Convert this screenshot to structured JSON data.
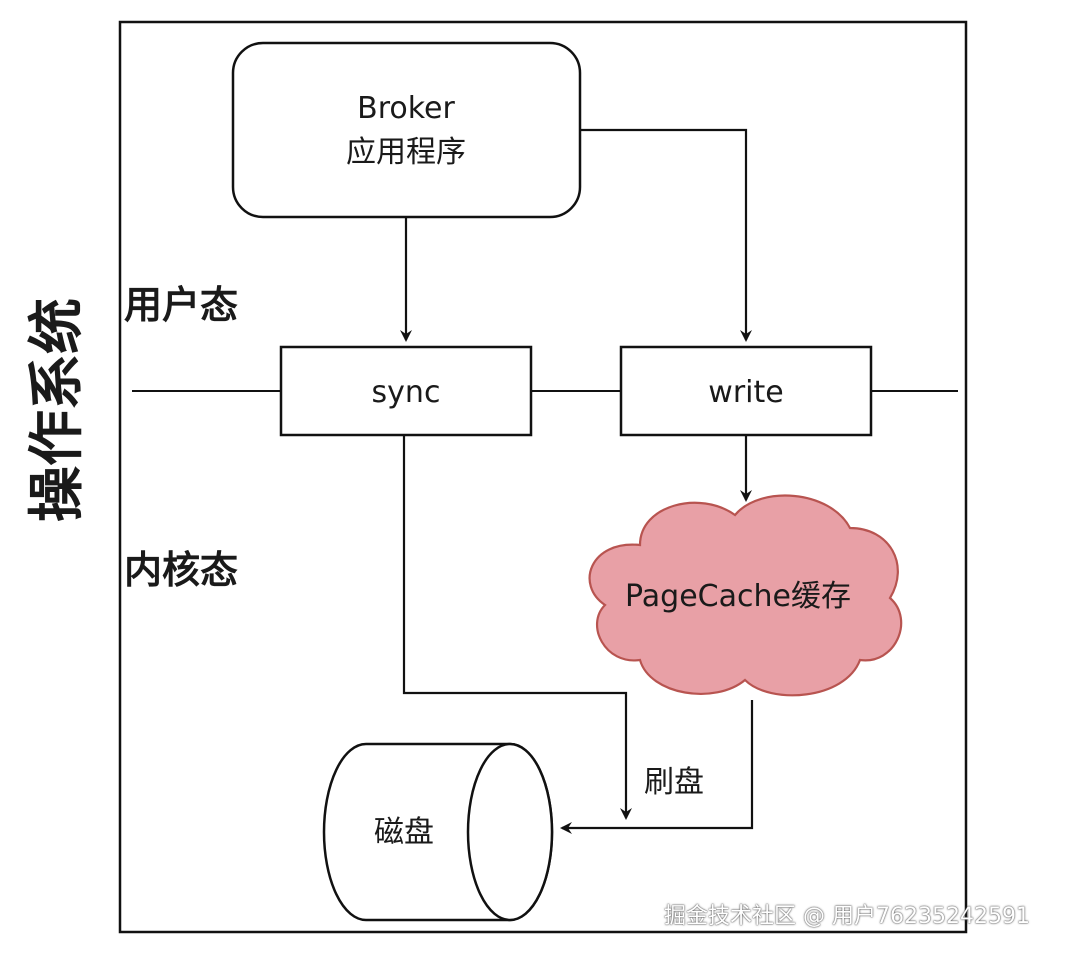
{
  "os_label": "操作系统",
  "user_mode_label": "用户态",
  "kernel_mode_label": "内核态",
  "broker": {
    "line1": "Broker",
    "line2": "应用程序"
  },
  "sync_label": "sync",
  "write_label": "write",
  "pagecache_label": "PageCache缓存",
  "flush_label": "刷盘",
  "disk_label": "磁盘",
  "watermark": "掘金技术社区 @ 用户76235242591",
  "colors": {
    "cloud_fill": "#e8a0a6",
    "cloud_stroke": "#b85450",
    "line": "#111111"
  }
}
